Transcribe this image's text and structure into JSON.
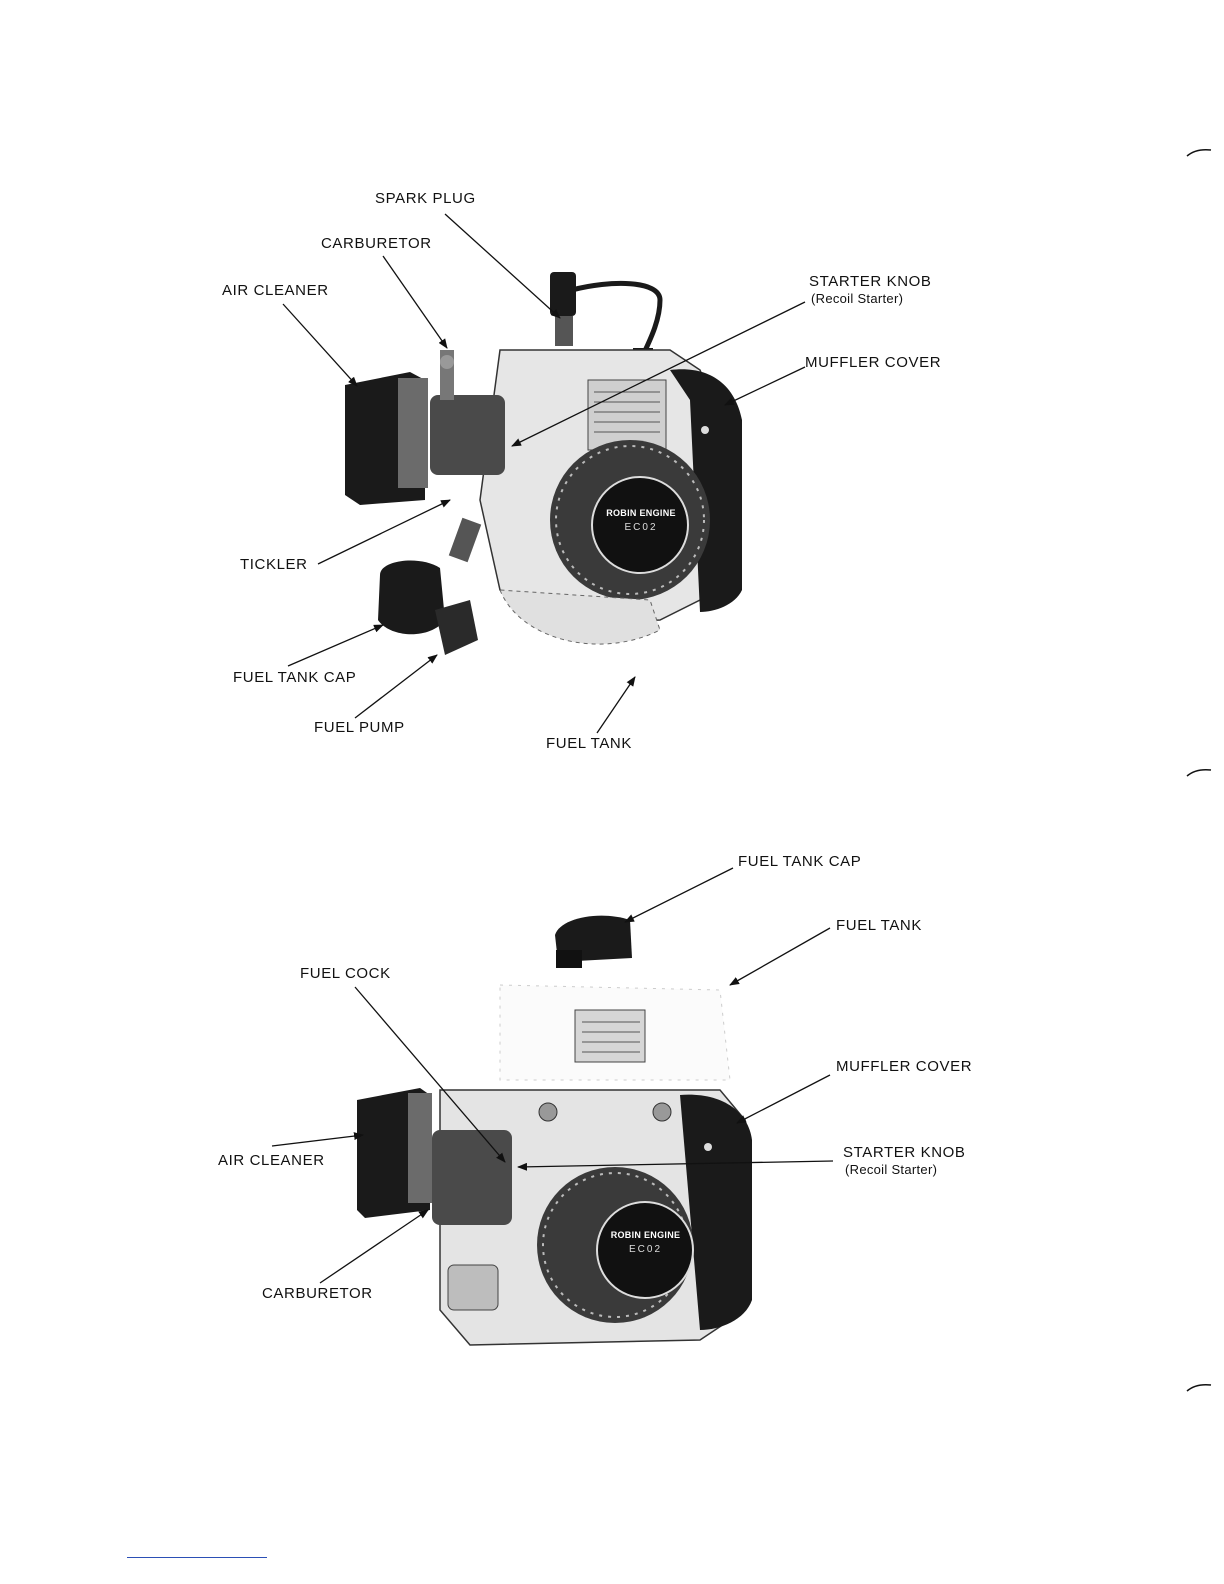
{
  "diagrams": [
    {
      "labels": {
        "spark_plug": "SPARK PLUG",
        "carburetor": "CARBURETOR",
        "air_cleaner": "AIR CLEANER",
        "starter_knob": "STARTER KNOB",
        "starter_knob_sub": "(Recoil Starter)",
        "muffler_cover": "MUFFLER COVER",
        "tickler": "TICKLER",
        "fuel_tank_cap": "FUEL TANK CAP",
        "fuel_pump": "FUEL PUMP",
        "fuel_tank": "FUEL TANK"
      },
      "logo": {
        "brand": "ROBIN ENGINE",
        "model": "EC02"
      }
    },
    {
      "labels": {
        "fuel_tank_cap": "FUEL TANK CAP",
        "fuel_tank": "FUEL TANK",
        "fuel_cock": "FUEL COCK",
        "muffler_cover": "MUFFLER COVER",
        "starter_knob": "STARTER KNOB",
        "starter_knob_sub": "(Recoil Starter)",
        "air_cleaner": "AIR CLEANER",
        "carburetor": "CARBURETOR"
      },
      "logo": {
        "brand": "ROBIN ENGINE",
        "model": "EC02"
      }
    }
  ],
  "colors": {
    "ink": "#111111",
    "engine_dark": "#1a1a1a",
    "engine_mid": "#6b6b6b",
    "engine_light": "#d9d9d9"
  }
}
